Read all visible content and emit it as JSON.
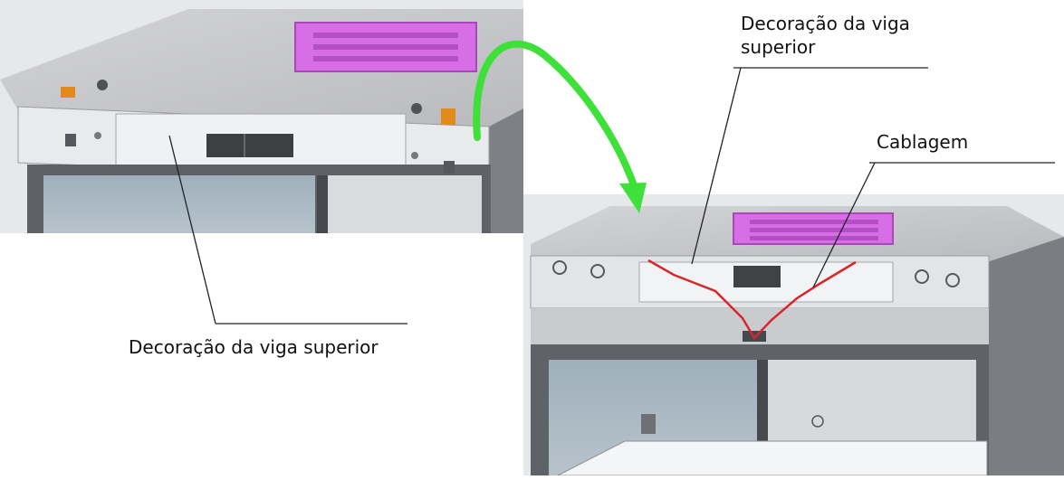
{
  "labels": {
    "top_decoration_line1": "Decoração da viga",
    "top_decoration_line2": "superior",
    "wiring": "Cablagem",
    "bottom_decoration": "Decoração da viga superior"
  },
  "colors": {
    "arrow": "#3fe03a",
    "vent": "#d86ee6",
    "wiring": "#d8262e",
    "leader": "#222222",
    "panel_top": "#c8c9cc",
    "frame": "#5f6266",
    "glass": "#a7b4be"
  }
}
